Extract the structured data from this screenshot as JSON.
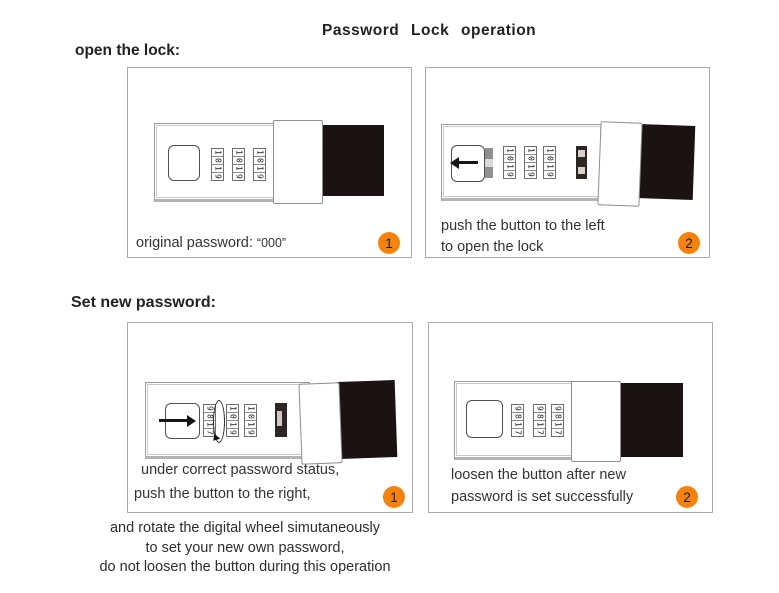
{
  "title": "Password Lock operation",
  "headings": {
    "open": "open the lock:",
    "set": "Set new password:"
  },
  "panels": {
    "p1": {
      "caption": "original password:",
      "password_value": "“000”",
      "badge": "1"
    },
    "p2": {
      "line1": "push the button to the left",
      "line2": "to open the lock",
      "badge": "2"
    },
    "p3": {
      "line1": "under correct password status,",
      "line2": "push the button to the right,",
      "badge": "1"
    },
    "p4": {
      "line1": "loosen the button after new",
      "line2": "password is set successfully",
      "badge": "2"
    }
  },
  "footer": {
    "line1": "and rotate the digital wheel simutaneously",
    "line2": "to set your new own password,",
    "line3": "do not loosen the button during this operation"
  },
  "wheels": {
    "original": [
      "1",
      "0",
      "1",
      "9"
    ],
    "new": [
      "9",
      "8",
      "1",
      "7"
    ]
  },
  "colors": {
    "badge": "#f5820d",
    "block": "#1a1312",
    "panel_border": "#ababab"
  }
}
